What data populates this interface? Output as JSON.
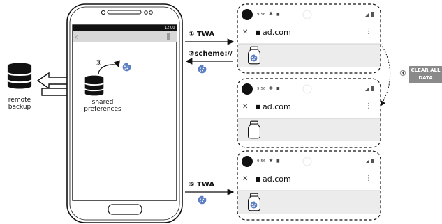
{
  "backup": {
    "label_line1": "remote",
    "label_line2": "backup"
  },
  "phone": {
    "status_time": "12:00",
    "storage_label_line1": "shared",
    "storage_label_line2": "preferences",
    "step3_marker": "③"
  },
  "flows": {
    "step1": {
      "marker": "①",
      "label": "TWA"
    },
    "step2": {
      "marker": "②",
      "label": "scheme://"
    },
    "step4": {
      "marker": "④",
      "label_line1": "CLEAR ALL",
      "label_line2": "DATA"
    },
    "step5": {
      "marker": "⑤",
      "label": "TWA"
    }
  },
  "browser_frames": [
    {
      "time": "9:56",
      "url": "ad.com",
      "has_cookie": true
    },
    {
      "time": "9:56",
      "url": "ad.com",
      "has_cookie": false
    },
    {
      "time": "9:56",
      "url": "ad.com",
      "has_cookie": true
    }
  ],
  "colors": {
    "cookie": "#5b7fc2",
    "clear_box": "#8a8a8a",
    "browser_bar": "#ececec"
  }
}
